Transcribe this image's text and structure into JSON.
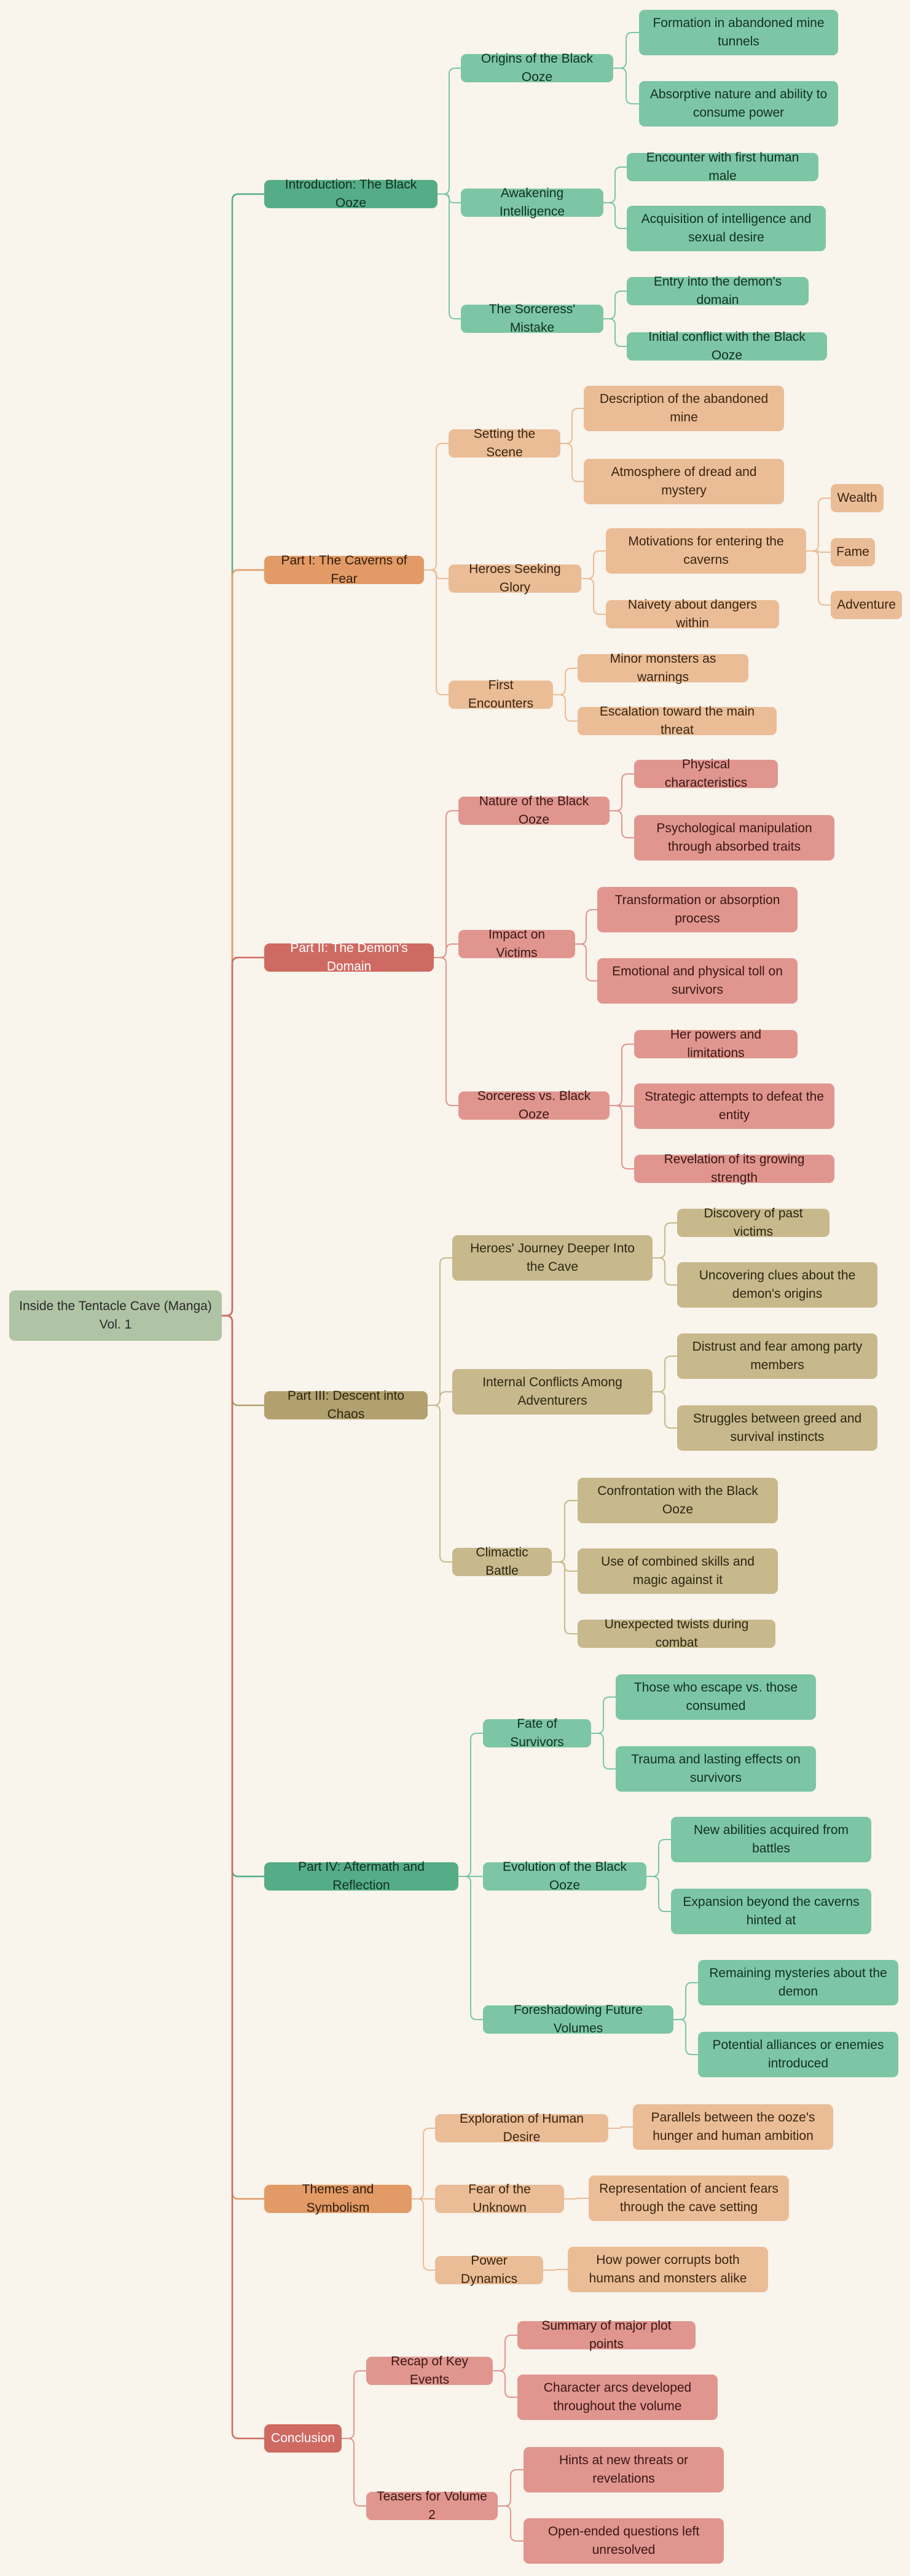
{
  "root": {
    "label": "Inside the Tentacle Cave (Manga) Vol. 1"
  },
  "branches": [
    {
      "id": "intro",
      "label": "Introduction: The Black Ooze",
      "color": "#55ad88",
      "children": [
        {
          "label": "Origins of the Black Ooze",
          "children": [
            {
              "label": "Formation in abandoned mine tunnels"
            },
            {
              "label": "Absorptive nature and ability to consume power"
            }
          ]
        },
        {
          "label": "Awakening Intelligence",
          "children": [
            {
              "label": "Encounter with first human male"
            },
            {
              "label": "Acquisition of intelligence and sexual desire"
            }
          ]
        },
        {
          "label": "The Sorceress' Mistake",
          "children": [
            {
              "label": "Entry into the demon's domain"
            },
            {
              "label": "Initial conflict with the Black Ooze"
            }
          ]
        }
      ]
    },
    {
      "id": "part1",
      "label": "Part I: The Caverns of Fear",
      "color": "#e29b66",
      "children": [
        {
          "label": "Setting the Scene",
          "children": [
            {
              "label": "Description of the abandoned mine"
            },
            {
              "label": "Atmosphere of dread and mystery"
            }
          ]
        },
        {
          "label": "Heroes Seeking Glory",
          "children": [
            {
              "label": "Motivations for entering the caverns",
              "children": [
                {
                  "label": "Wealth"
                },
                {
                  "label": "Fame"
                },
                {
                  "label": "Adventure"
                }
              ]
            },
            {
              "label": "Naivety about dangers within"
            }
          ]
        },
        {
          "label": "First Encounters",
          "children": [
            {
              "label": "Minor monsters as warnings"
            },
            {
              "label": "Escalation toward the main threat"
            }
          ]
        }
      ]
    },
    {
      "id": "part2",
      "label": "Part II: The Demon's Domain",
      "color": "#cf6a62",
      "children": [
        {
          "label": "Nature of the Black Ooze",
          "children": [
            {
              "label": "Physical characteristics"
            },
            {
              "label": "Psychological manipulation through absorbed traits"
            }
          ]
        },
        {
          "label": "Impact on Victims",
          "children": [
            {
              "label": "Transformation or absorption process"
            },
            {
              "label": "Emotional and physical toll on survivors"
            }
          ]
        },
        {
          "label": "Sorceress vs. Black Ooze",
          "children": [
            {
              "label": "Her powers and limitations"
            },
            {
              "label": "Strategic attempts to defeat the entity"
            },
            {
              "label": "Revelation of its growing strength"
            }
          ]
        }
      ]
    },
    {
      "id": "part3",
      "label": "Part III: Descent into Chaos",
      "color": "#b2a06e",
      "children": [
        {
          "label": "Heroes' Journey Deeper Into the Cave",
          "children": [
            {
              "label": "Discovery of past victims"
            },
            {
              "label": "Uncovering clues about the demon's origins"
            }
          ]
        },
        {
          "label": "Internal Conflicts Among Adventurers",
          "children": [
            {
              "label": "Distrust and fear among party members"
            },
            {
              "label": "Struggles between greed and survival instincts"
            }
          ]
        },
        {
          "label": "Climactic Battle",
          "children": [
            {
              "label": "Confrontation with the Black Ooze"
            },
            {
              "label": "Use of combined skills and magic against it"
            },
            {
              "label": "Unexpected twists during combat"
            }
          ]
        }
      ]
    },
    {
      "id": "part4",
      "label": "Part IV: Aftermath and Reflection",
      "color": "#55ad88",
      "children": [
        {
          "label": "Fate of Survivors",
          "children": [
            {
              "label": "Those who escape vs. those consumed"
            },
            {
              "label": "Trauma and lasting effects on survivors"
            }
          ]
        },
        {
          "label": "Evolution of the Black Ooze",
          "children": [
            {
              "label": "New abilities acquired from battles"
            },
            {
              "label": "Expansion beyond the caverns hinted at"
            }
          ]
        },
        {
          "label": "Foreshadowing Future Volumes",
          "children": [
            {
              "label": "Remaining mysteries about the demon"
            },
            {
              "label": "Potential alliances or enemies introduced"
            }
          ]
        }
      ]
    },
    {
      "id": "themes",
      "label": "Themes and Symbolism",
      "color": "#e29b66",
      "children": [
        {
          "label": "Exploration of Human Desire",
          "children": [
            {
              "label": "Parallels between the ooze's hunger and human ambition"
            }
          ]
        },
        {
          "label": "Fear of the Unknown",
          "children": [
            {
              "label": "Representation of ancient fears through the cave setting"
            }
          ]
        },
        {
          "label": "Power Dynamics",
          "children": [
            {
              "label": "How power corrupts both humans and monsters alike"
            }
          ]
        }
      ]
    },
    {
      "id": "conclusion",
      "label": "Conclusion",
      "color": "#cf6a62",
      "children": [
        {
          "label": "Recap of Key Events",
          "children": [
            {
              "label": "Summary of major plot points"
            },
            {
              "label": "Character arcs developed throughout the volume"
            }
          ]
        },
        {
          "label": "Teasers for Volume 2",
          "children": [
            {
              "label": "Hints at new threats or revelations"
            },
            {
              "label": "Open-ended questions left unresolved"
            }
          ]
        }
      ]
    }
  ]
}
